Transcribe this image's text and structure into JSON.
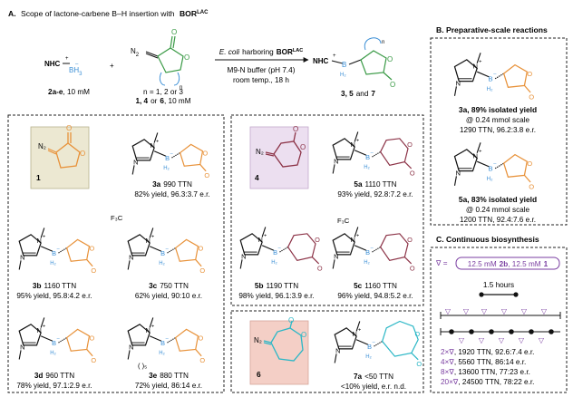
{
  "panelA": {
    "title_prefix": "A.",
    "title_text": "Scope of lactone-carbene B–H insertion with",
    "title_enzyme": "BOR",
    "title_enzyme_sup": "LAC",
    "scheme": {
      "plus": "+",
      "nhc": "NHC",
      "bh3": "BH",
      "bh3_sub": "3",
      "n2": "N",
      "n2_sub": "2",
      "n_sub": "n",
      "condition_top_prefix": "E. coli",
      "condition_top_mid": "harboring",
      "condition_top_enzyme": "BOR",
      "condition_top_sup": "LAC",
      "condition_buffer": "M9-N buffer (pH 7.4)",
      "condition_temp": "room temp., 18 h",
      "reagent_left_ids": "2a-e",
      "reagent_left_conc": ", 10 mM",
      "n_values": "n = 1, 2 or 3",
      "reagent_mid_ids": "1, 4",
      "reagent_mid_or": "or",
      "reagent_mid_id6": "6",
      "reagent_mid_conc": ", 10 mM",
      "product_ids": "3, 5",
      "product_and": "and",
      "product_id7": "7"
    },
    "lactone_labels": [
      "1",
      "4",
      "6"
    ],
    "products": [
      {
        "id": "3a",
        "ttn": "990 TTN",
        "line2": "82% yield, 96.3:3.7 e.r."
      },
      {
        "id": "3b",
        "ttn": "1160 TTN",
        "line2": "95% yield, 95.8:4.2 e.r."
      },
      {
        "id": "3c",
        "ttn": "750 TTN",
        "line2": "62% yield, 90:10 e.r."
      },
      {
        "id": "3d",
        "ttn": "960 TTN",
        "line2": "78% yield, 97.1:2.9 e.r."
      },
      {
        "id": "3e",
        "ttn": "880 TTN",
        "line2": "72% yield, 86:14 e.r."
      },
      {
        "id": "5a",
        "ttn": "1110 TTN",
        "line2": "93% yield, 92.8:7.2 e.r."
      },
      {
        "id": "5b",
        "ttn": "1190 TTN",
        "line2": "98% yield, 96.1:3.9 e.r."
      },
      {
        "id": "5c",
        "ttn": "1160 TTN",
        "line2": "96% yield, 94.8:5.2 e.r."
      },
      {
        "id": "7a",
        "ttn": "<50 TTN",
        "line2": "<10% yield, e.r. n.d."
      }
    ],
    "cf3": "F₃C",
    "subst_3e": "( )₅"
  },
  "panelB": {
    "title": "B. Preparative-scale reactions",
    "items": [
      {
        "id": "3a",
        "yield": "89% isolated yield",
        "scale": "@ 0.24 mmol scale",
        "ttn": "1290 TTN, 96.2:3.8 e.r."
      },
      {
        "id": "5a",
        "yield": "83% isolated yield",
        "scale": "@ 0.24 mmol scale",
        "ttn": "1200 TTN, 92.4:7.6 e.r."
      }
    ]
  },
  "panelC": {
    "title": "C. Continuous biosynthesis",
    "legend_symbol": "∇ =",
    "legend_part1": "12.5 mM",
    "legend_id1": "2b",
    "legend_part2": ", 12.5 mM",
    "legend_id2": "1",
    "interval": "1.5 hours",
    "results": [
      {
        "label": "2×∇",
        "text": ", 1920 TTN, 92.6:7.4 e.r."
      },
      {
        "label": "4×∇",
        "text": ", 5560 TTN, 86:14 e.r."
      },
      {
        "label": "8×∇",
        "text": ", 13600 TTN, 77:23 e.r."
      },
      {
        "label": "20×∇",
        "text": ", 24500 TTN, 78:22 e.r."
      }
    ]
  },
  "colors": {
    "orange": "#e8923a",
    "green": "#3a9a46",
    "blue": "#3b8fd6",
    "maroon": "#8c3347",
    "cyan": "#2bb7c6",
    "purple": "#7a3ea1",
    "box1": "#ece8d2",
    "box4": "#ecdff0",
    "box6": "#f4cfc6"
  }
}
